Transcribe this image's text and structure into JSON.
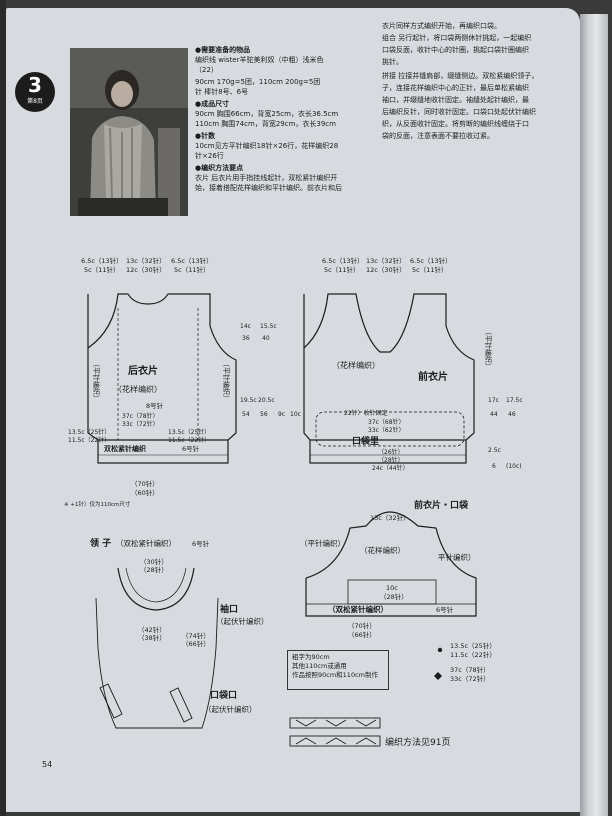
{
  "badge": {
    "number": "3",
    "page_ref": "第8页"
  },
  "materials": {
    "heading": "●需要准备的物品",
    "line1": "编织线    wister羊驼美利奴（中粗）浅米色",
    "line2": "（22）",
    "line3": "90cm  170g=5团，110cm  200g=5团",
    "line4": "针 棒针8号、6号"
  },
  "size": {
    "heading": "●成品尺寸",
    "line1": "90cm  胸围66cm，背宽25cm，衣长36.5cm",
    "line2": "110cm  胸围74cm，背宽29cm，衣长39cm"
  },
  "gauge": {
    "heading": "●针数",
    "line1": "10cm见方平针编织18针×26行，花样编织28",
    "line2": "针×26行"
  },
  "method": {
    "heading": "●编织方法要点",
    "line1": "衣片    后衣片用手指挂线起针，双松紧针编织开",
    "line2": "始，接着搭配花样编织和平针编织。前衣片和后"
  },
  "right_text": [
    "衣片同样方式编织开始，再编织口袋。",
    "组合    另行起针，将口袋两侧休针挑起，一起编织",
    "口袋反面，收针中心的针圈，挑起口袋针圈编织",
    "挑针。",
    "拼接    拉接并缝肩部，缀缝侧边。双松紧编织领子，",
    "子，连接花样编织中心的正针，最后单松紧编织",
    "袖口，并缀缝地收针固定。袖缝处起针编织，最",
    "后编织反针，同时收针固定。口袋口处起伏针编织",
    "织，从反面收针固定。将剪断的编织线缠绕于口",
    "袋的反面，注意表面不要拉收过紧。"
  ],
  "back": {
    "title": "后衣片",
    "pattern": "（花样编织）",
    "plain_left": "（平针编织）",
    "plain_right": "（平针编织）",
    "needle8": "8号针",
    "needle6": "6号针",
    "rib": "双松紧针编织",
    "top_dims": [
      "6.5c（13针）",
      "5c（11针）",
      "13c（32针）",
      "12c（30针）",
      "6.5c（13针）",
      "5c（11针）"
    ],
    "bottom": [
      "（70针）",
      "（60针）"
    ],
    "bottom_left": [
      "13.5c（25针）",
      "11.5c（22针）"
    ],
    "bottom_right": [
      "13.5c（25针）",
      "11.5c（22针）"
    ],
    "center": [
      "37c（78针）",
      "33c（72针）"
    ],
    "side": [
      "19.5c",
      "20.5c",
      "54",
      "56",
      "9c",
      "10c",
      "14c",
      "15.5c",
      "36",
      "40"
    ],
    "note": "※ +1针）仅为110cm尺寸"
  },
  "front": {
    "title": "前衣片",
    "pattern": "（花样编织）",
    "plain_right": "（平针编织）",
    "pocket_lining": "口袋里",
    "top_dims": [
      "6.5c（13针）",
      "5c（11针）",
      "13c（32针）",
      "12c（30针）",
      "6.5c（13针）",
      "5c（11针）"
    ],
    "center": [
      "22针）收针固定",
      "37c（68针）",
      "33c（62针）"
    ],
    "bottom": [
      "（26针）",
      "（28针）",
      "24c（44针）"
    ],
    "side": [
      "17c",
      "17.5c",
      "44",
      "46",
      "2.5c",
      "6",
      "(10c)"
    ]
  },
  "collar": {
    "title": "领 子",
    "sub": "（双松紧针编织）",
    "needle": "6号针",
    "count": [
      "（30针）",
      "（28针）"
    ],
    "inner": [
      "（42针）",
      "（38针）"
    ]
  },
  "cuff": {
    "title": "袖口",
    "sub": "（起伏针编织）",
    "counts": [
      "（74针）",
      "（66针）"
    ]
  },
  "pocket_mouth": {
    "title": "口袋口",
    "sub": "（起伏针编织）"
  },
  "pocket_front": {
    "title": "前衣片・口袋",
    "plain_left": "（平针编织）",
    "plain_right": "平针编织）",
    "pattern": "（花样编织）",
    "rib": "（双松紧针编织）",
    "needle6": "6号针",
    "top": "13c（32针）",
    "counts": [
      "（70针）",
      "（66针）"
    ],
    "mid": [
      "10c",
      "（28针）"
    ]
  },
  "legend": {
    "line1": "粗字为90cm",
    "line2": "其他110cm或通用",
    "line3": "作品按照90cm和110cm制作"
  },
  "legend_marks": [
    "13.5c（25针）",
    "11.5c（22针）",
    "37c（78针）",
    "33c（72针）"
  ],
  "see_page": "编织方法见91页",
  "page_number": "54",
  "colors": {
    "paper": "#d7dbe0",
    "ink": "#1c1c1c",
    "badge": "#1c1c1c"
  }
}
